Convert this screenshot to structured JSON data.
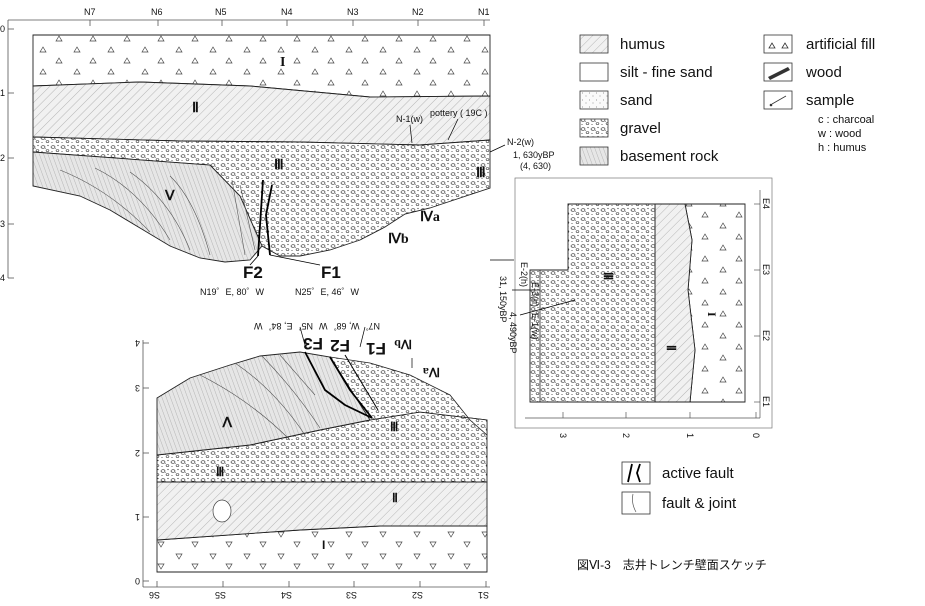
{
  "north_wall": {
    "x_ticks": [
      "N7",
      "N6",
      "N5",
      "N4",
      "N3",
      "N2",
      "N1"
    ],
    "y_ticks": [
      "0",
      "1",
      "2",
      "3",
      "4"
    ],
    "units": {
      "I": "I",
      "II": "Ⅱ",
      "III": "Ⅲ",
      "III_b": "Ⅲ",
      "IVa": "Ⅳa",
      "IVb": "Ⅳb",
      "V": "Ⅴ"
    },
    "faults": {
      "F1": "F1",
      "F2": "F2"
    },
    "orientations": {
      "f2": "N19゜E, 80゜W",
      "f1": "N25゜E, 46゜W"
    },
    "samples": {
      "n1": "N-1(w)",
      "n2": "N-2(w)",
      "pottery": "pottery ( 19C )",
      "age1": "1, 630yBP",
      "age2": "(4, 630)"
    }
  },
  "east_wall": {
    "x_ticks": [
      "3",
      "2",
      "1",
      "0"
    ],
    "y_ticks": [
      "E4",
      "E3",
      "E2",
      "E1"
    ],
    "units": {
      "I": "I",
      "II": "Ⅱ",
      "III": "Ⅲ"
    },
    "samples": {
      "e2": "E-2(h)",
      "e3": "E-3(h)",
      "e1": "E-1(w)"
    },
    "ages": {
      "a1": "31, 150yBP",
      "a2": "4, 490yBP"
    }
  },
  "south_wall": {
    "x_ticks": [
      "S6",
      "S5",
      "S4",
      "S3",
      "S2",
      "S1"
    ],
    "y_ticks": [
      "4",
      "3",
      "2",
      "1",
      "0"
    ],
    "units": {
      "I": "I",
      "II": "Ⅱ",
      "III": "Ⅲ",
      "III_b": "Ⅲ",
      "IVa": "Ⅳa",
      "IVb": "Ⅳb",
      "V": "Ⅴ"
    },
    "faults": {
      "F1": "F1",
      "F2": "F2",
      "F3": "F3"
    },
    "orientations": {
      "o1": "N7゜W, 68゜W",
      "o2": "N5゜E, 84゜W"
    }
  },
  "legend": {
    "humus": "humus",
    "silt": "silt - fine sand",
    "sand": "sand",
    "gravel": "gravel",
    "basement": "basement rock",
    "fill": "artificial fill",
    "wood": "wood",
    "sample": "sample",
    "code_c": "c  : charcoal",
    "code_w": "w : wood",
    "code_h": "h  : humus",
    "active_fault": "active fault",
    "fault_joint": "fault & joint"
  },
  "caption": "図Ⅵ-3　志井トレンチ壁面スケッチ"
}
